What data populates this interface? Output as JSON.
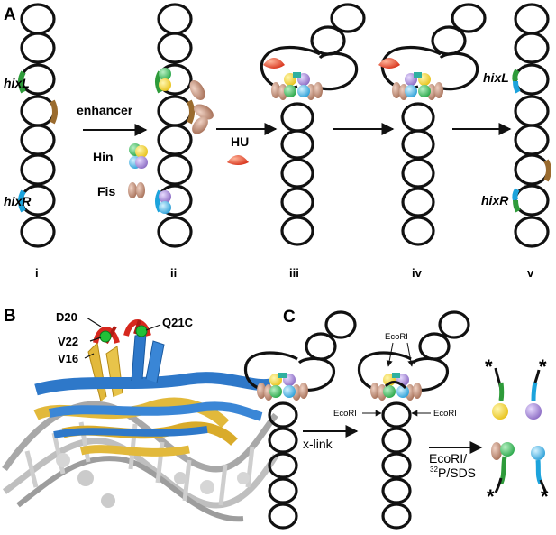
{
  "panels": {
    "a": "A",
    "b": "B",
    "c": "C"
  },
  "panel_a": {
    "site_left": "hixL",
    "site_right": "hixR",
    "enhancer": "enhancer",
    "legend": {
      "hin": "Hin",
      "fis": "Fis",
      "hu": "HU"
    },
    "steps": [
      "i",
      "ii",
      "iii",
      "iv",
      "v"
    ]
  },
  "panel_b": {
    "residues": [
      "D20",
      "Q21C",
      "V22",
      "V16"
    ]
  },
  "panel_c": {
    "xlink": "x-link",
    "ecori": "EcoRI",
    "ecori_sds_line1": "EcoRI/",
    "ecori_sds_sup": "32",
    "ecori_sds_line2": "P/SDS",
    "star": "*"
  },
  "colors": {
    "hixL": "#2e9b3a",
    "hixR": "#1ca3dc",
    "enhancer": "#9a6b2e",
    "hin_yellow": "#f2d230",
    "hin_green": "#3dbb5c",
    "hin_purple": "#a88bd4",
    "hin_blue": "#4fb8e6",
    "fis": "#c0907a",
    "hu": "#e6503a",
    "protein_gold": "#e2b93b",
    "protein_blue": "#2e78c9",
    "dna_grey": "#a8a8a8"
  }
}
